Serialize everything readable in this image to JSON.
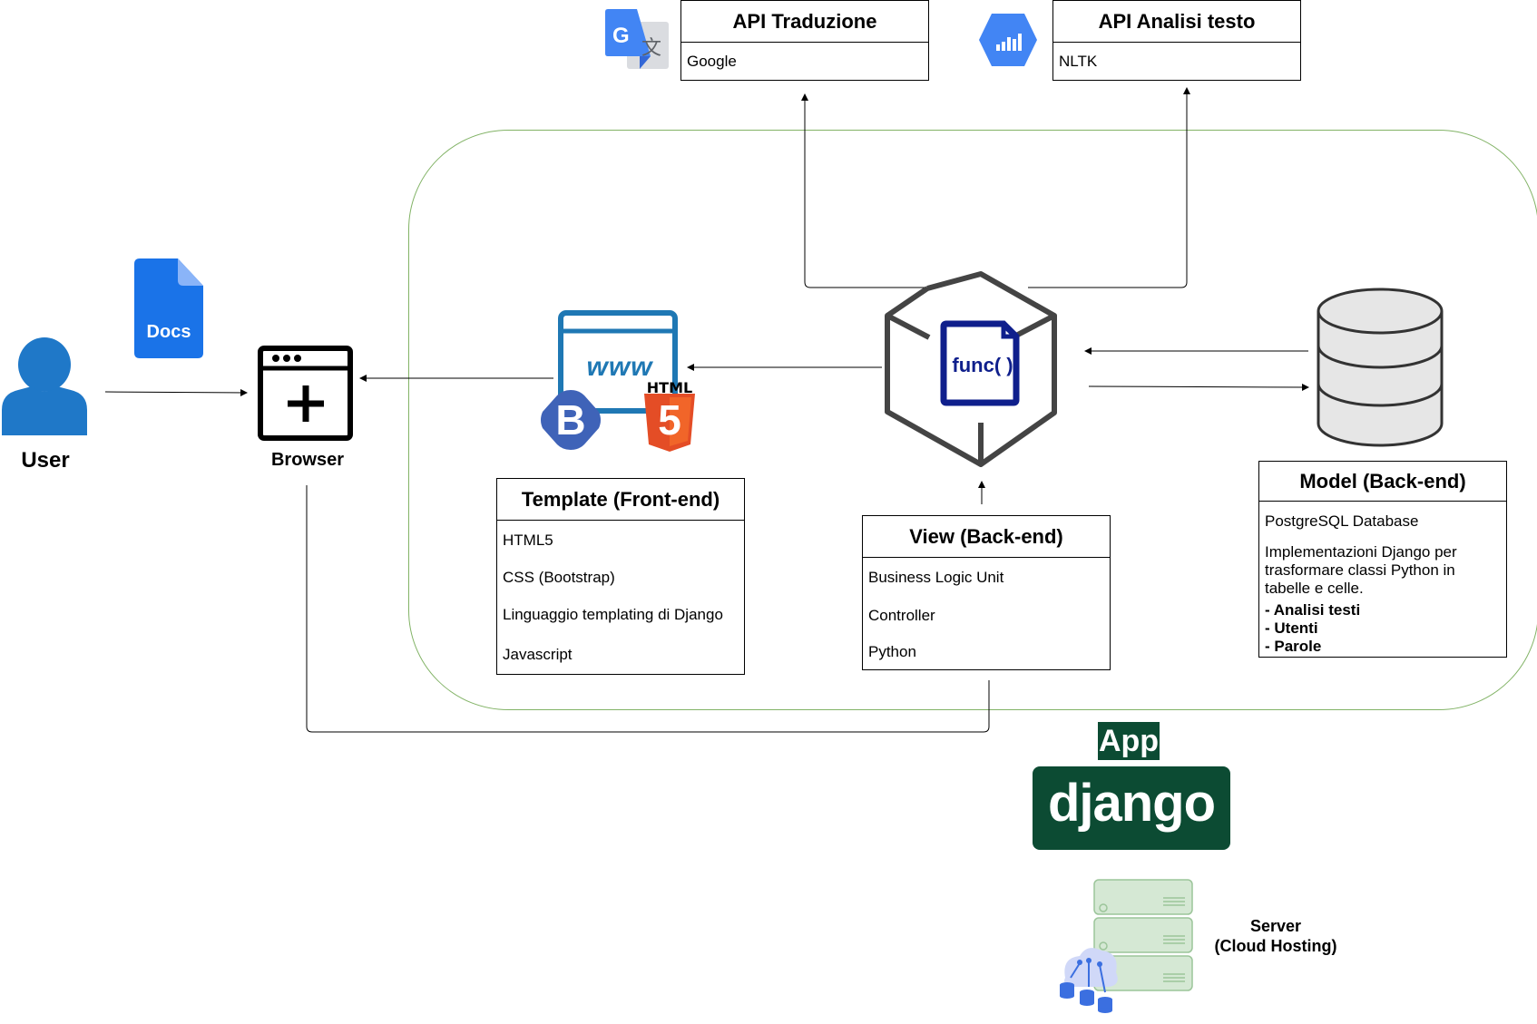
{
  "user": {
    "label": "User"
  },
  "browser": {
    "label": "Browser"
  },
  "docs": {
    "label": "Docs"
  },
  "api_translation": {
    "title": "API Traduzione",
    "provider": "Google"
  },
  "api_text_analysis": {
    "title": "API Analisi testo",
    "provider": "NLTK"
  },
  "template_box": {
    "title": "Template (Front-end)",
    "items": [
      "HTML5",
      "CSS (Bootstrap)",
      "Linguaggio templating di Django",
      "Javascript"
    ]
  },
  "view_box": {
    "title": "View (Back-end)",
    "items": [
      "Business Logic Unit",
      "Controller",
      "Python"
    ]
  },
  "model_box": {
    "title": "Model (Back-end)",
    "items": [
      "PostgreSQL Database",
      "Implementazioni Django per trasformare classi Python in tabelle e celle."
    ],
    "bold_items": [
      "- Analisi testi",
      "- Utenti",
      "- Parole"
    ]
  },
  "func_icon": {
    "label": "func( )"
  },
  "web_icon": {
    "www": "www",
    "html": "HTML",
    "bootstrap": "B",
    "html5": "5"
  },
  "app_badge": {
    "label": "App"
  },
  "django_logo": {
    "label": "django"
  },
  "server": {
    "line1": "Server",
    "line2": "(Cloud Hosting)"
  },
  "colors": {
    "app_boundary": "#82b366",
    "user_blue": "#1f78c8",
    "docs_blue": "#1a73e8",
    "django_green": "#0c4b33",
    "func_navy": "#0f1f8c",
    "html5_orange": "#e44d26",
    "bootstrap_blue": "#3f63b8",
    "server_green": "#d5e8d4"
  }
}
